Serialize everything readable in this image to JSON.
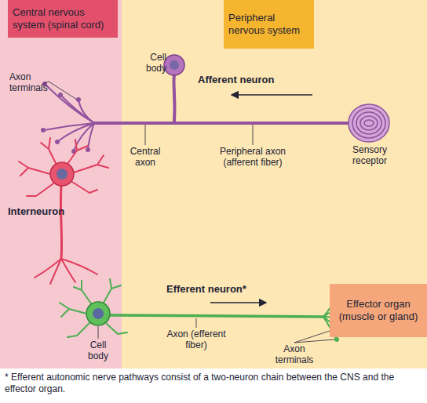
{
  "diagram": {
    "caption": "* Efferent autonomic nerve pathways consist of a two-neuron chain between the CNS and the effector organ.",
    "nodes": [
      {
        "text": [
          "Central nervous system (spinal cord)"
        ]
      },
      {
        "text": [
          "Peripheral nervous system"
        ]
      },
      {
        "text": [
          "Effector organ (muscle or gland)"
        ]
      }
    ],
    "labels": [
      "Axon terminals",
      "Cell body",
      "Afferent neuron",
      "Central axon",
      "Peripheral axon (afferent fiber)",
      "Sensory receptor",
      "Interneuron",
      "Efferent neuron*",
      "Axon (efferent fiber)",
      "Cell body",
      "Axon terminals"
    ]
  }
}
